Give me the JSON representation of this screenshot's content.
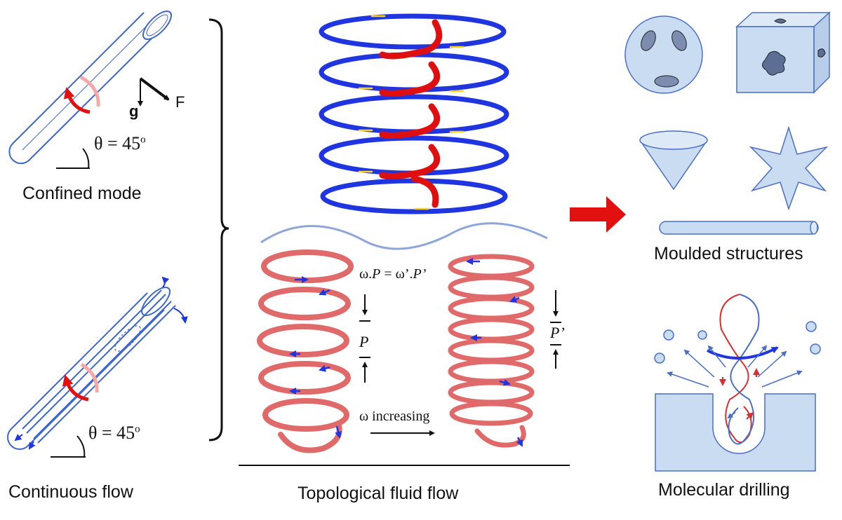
{
  "panels": {
    "confined": {
      "caption": "Confined mode",
      "angle": "θ = 45",
      "angle_sup": "o",
      "force_label": "F",
      "gravity_label": "g"
    },
    "continuous": {
      "caption": "Continuous flow",
      "angle": "θ = 45",
      "angle_sup": "o"
    },
    "topological": {
      "caption": "Topological fluid  flow",
      "equation_a": "ω.",
      "equation_b": "P",
      "equation_c": " = ω’.",
      "equation_d": "P’",
      "pitch_left": "P",
      "pitch_right": "P’",
      "omega_label": "ω increasing"
    },
    "moulded": {
      "caption": "Moulded structures"
    },
    "drilling": {
      "caption": "Molecular drilling"
    }
  },
  "colors": {
    "helix_blue": "#1f35e0",
    "helix_red": "#e00f0f",
    "spiral_red": "#e06a6a",
    "tube": "#3f67c9",
    "shape_fill": "#c9dcf1",
    "arrow_red": "#e31010"
  }
}
